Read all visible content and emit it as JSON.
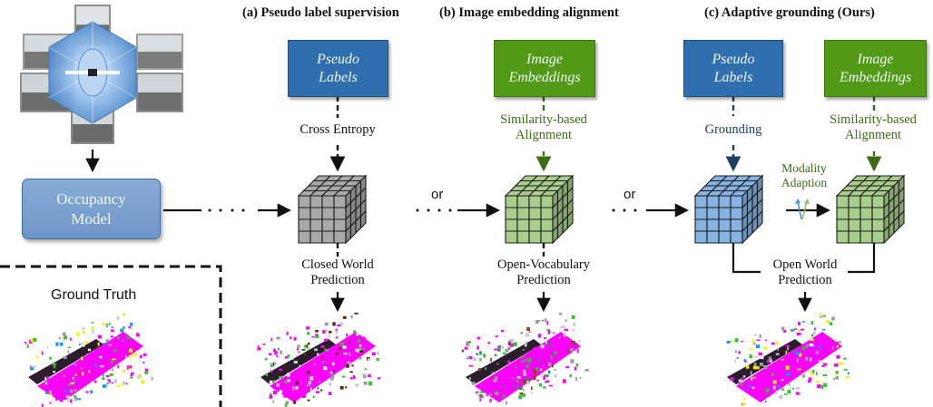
{
  "headers": {
    "a": "(a) Pseudo label supervision",
    "b": "(b) Image embedding alignment",
    "c": "(c) Adaptive grounding (Ours)"
  },
  "boxes": {
    "pseudo_labels": [
      "Pseudo",
      "Labels"
    ],
    "image_embeddings": [
      "Image",
      "Embeddings"
    ],
    "occupancy_model": [
      "Occupancy",
      "Model"
    ]
  },
  "edges": {
    "cross_entropy": "Cross Entropy",
    "similarity": [
      "Similarity-based",
      "Alignment"
    ],
    "grounding": "Grounding",
    "modality": [
      "Modality",
      "Adaption"
    ],
    "or": "or"
  },
  "predictions": {
    "closed": [
      "Closed World",
      "Prediction"
    ],
    "open_vocab": [
      "Open-Vocabulary",
      "Prediction"
    ],
    "open_world": [
      "Open World",
      "Prediction"
    ]
  },
  "ground_truth": "Ground Truth",
  "colors": {
    "blue_box": "#2f6fad",
    "green_box": "#529a16",
    "grey_cube": "#a9a9a9",
    "green_cube": "#a8cd8c",
    "blue_cube": "#86b3e2",
    "green_text": "#3d6b14",
    "navy_text": "#1e3f66",
    "magenta": "#ff00ff"
  }
}
